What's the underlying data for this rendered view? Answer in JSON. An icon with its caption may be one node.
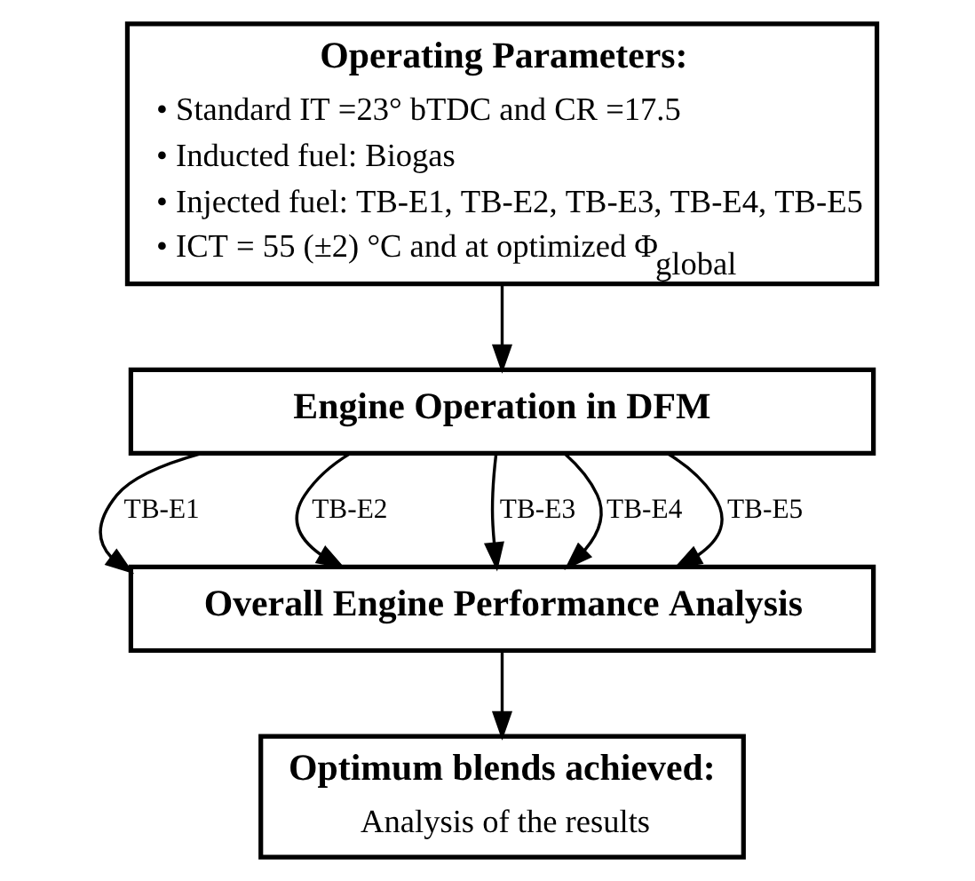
{
  "diagram": {
    "nodes": [
      {
        "text": [
          "Operating Parameters:",
          "• Standard IT =23° bTDC and CR =17.5",
          "• Inducted fuel: Biogas",
          "• Injected fuel: TB-E1, TB-E2, TB-E3, TB-E4, TB-E5",
          "• ICT = 55 (±2) °C and at optimized Φ$_{global}$"
        ]
      },
      {
        "text": [
          "Engine Operation in DFM"
        ]
      },
      {
        "text": [
          "Overall Engine Performance Analysis"
        ]
      },
      {
        "text": [
          "Optimum blends achieved:",
          "Analysis of the results"
        ]
      }
    ],
    "edges": [
      {
        "from": 0,
        "to": 1,
        "arrow": "to"
      },
      {
        "from": 1,
        "to": 2,
        "arrow": "to",
        "label": "TB-E1"
      },
      {
        "from": 1,
        "to": 2,
        "arrow": "to",
        "label": "TB-E2"
      },
      {
        "from": 1,
        "to": 2,
        "arrow": "to",
        "label": "TB-E3"
      },
      {
        "from": 1,
        "to": 2,
        "arrow": "to",
        "label": "TB-E4"
      },
      {
        "from": 1,
        "to": 2,
        "arrow": "to",
        "label": "TB-E5"
      },
      {
        "from": 2,
        "to": 3,
        "arrow": "to"
      }
    ]
  }
}
